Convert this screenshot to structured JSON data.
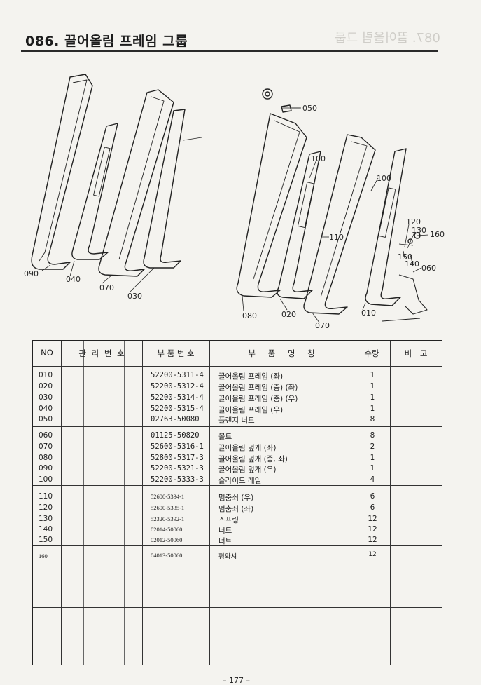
{
  "header": {
    "title": "086. 끌어올림 프레임 그룹",
    "ghost_title": "087. 끌어올림 그룹"
  },
  "diagram": {
    "callouts": [
      "050",
      "100",
      "100",
      "110",
      "120",
      "130",
      "160",
      "150",
      "140",
      "060",
      "090",
      "040",
      "070",
      "030",
      "080",
      "020",
      "070",
      "010"
    ]
  },
  "table": {
    "headers": {
      "no": "NO",
      "mgmt": "관 리 번 호",
      "part_no": "부 품 번 호",
      "name": "부 품 명 칭",
      "qty": "수량",
      "remark": "비 고"
    },
    "rows": [
      {
        "no": "010",
        "part_no": "52200-5311-4",
        "name": "끌어올림 프레임 (좌)",
        "qty": "1"
      },
      {
        "no": "020",
        "part_no": "52200-5312-4",
        "name": "끌어올림 프레임 (중) (좌)",
        "qty": "1"
      },
      {
        "no": "030",
        "part_no": "52200-5314-4",
        "name": "끌어올림 프레임 (중) (우)",
        "qty": "1"
      },
      {
        "no": "040",
        "part_no": "52200-5315-4",
        "name": "끌어올림 프레임 (우)",
        "qty": "1"
      },
      {
        "no": "050",
        "part_no": "02763-50080",
        "name": "플랜지 너트",
        "qty": "8"
      },
      {
        "no": "060",
        "part_no": "01125-50820",
        "name": "볼트",
        "qty": "8"
      },
      {
        "no": "070",
        "part_no": "52600-5316-1",
        "name": "끌어올림 덮개 (좌)",
        "qty": "2"
      },
      {
        "no": "080",
        "part_no": "52800-5317-3",
        "name": "끌어올림 덮개 (중, 좌)",
        "qty": "1"
      },
      {
        "no": "090",
        "part_no": "52200-5321-3",
        "name": "끌어올림 덮개 (우)",
        "qty": "1"
      },
      {
        "no": "100",
        "part_no": "52200-5333-3",
        "name": "슬라이드 레일",
        "qty": "4"
      },
      {
        "no": "110",
        "part_no": "52600-5334-1",
        "name": "멈춤쇠 (우)",
        "qty": "6"
      },
      {
        "no": "120",
        "part_no": "52600-5335-1",
        "name": "멈춤쇠 (좌)",
        "qty": "6"
      },
      {
        "no": "130",
        "part_no": "52320-5392-1",
        "name": "스프링",
        "qty": "12"
      },
      {
        "no": "140",
        "part_no": "02014-50060",
        "name": "너트",
        "qty": "12"
      },
      {
        "no": "150",
        "part_no": "02012-50060",
        "name": "너트",
        "qty": "12"
      },
      {
        "no": "160",
        "part_no": "04013-50060",
        "name": "평와셔",
        "qty": "12"
      }
    ]
  },
  "footer": {
    "page_number": "– 177 –"
  }
}
